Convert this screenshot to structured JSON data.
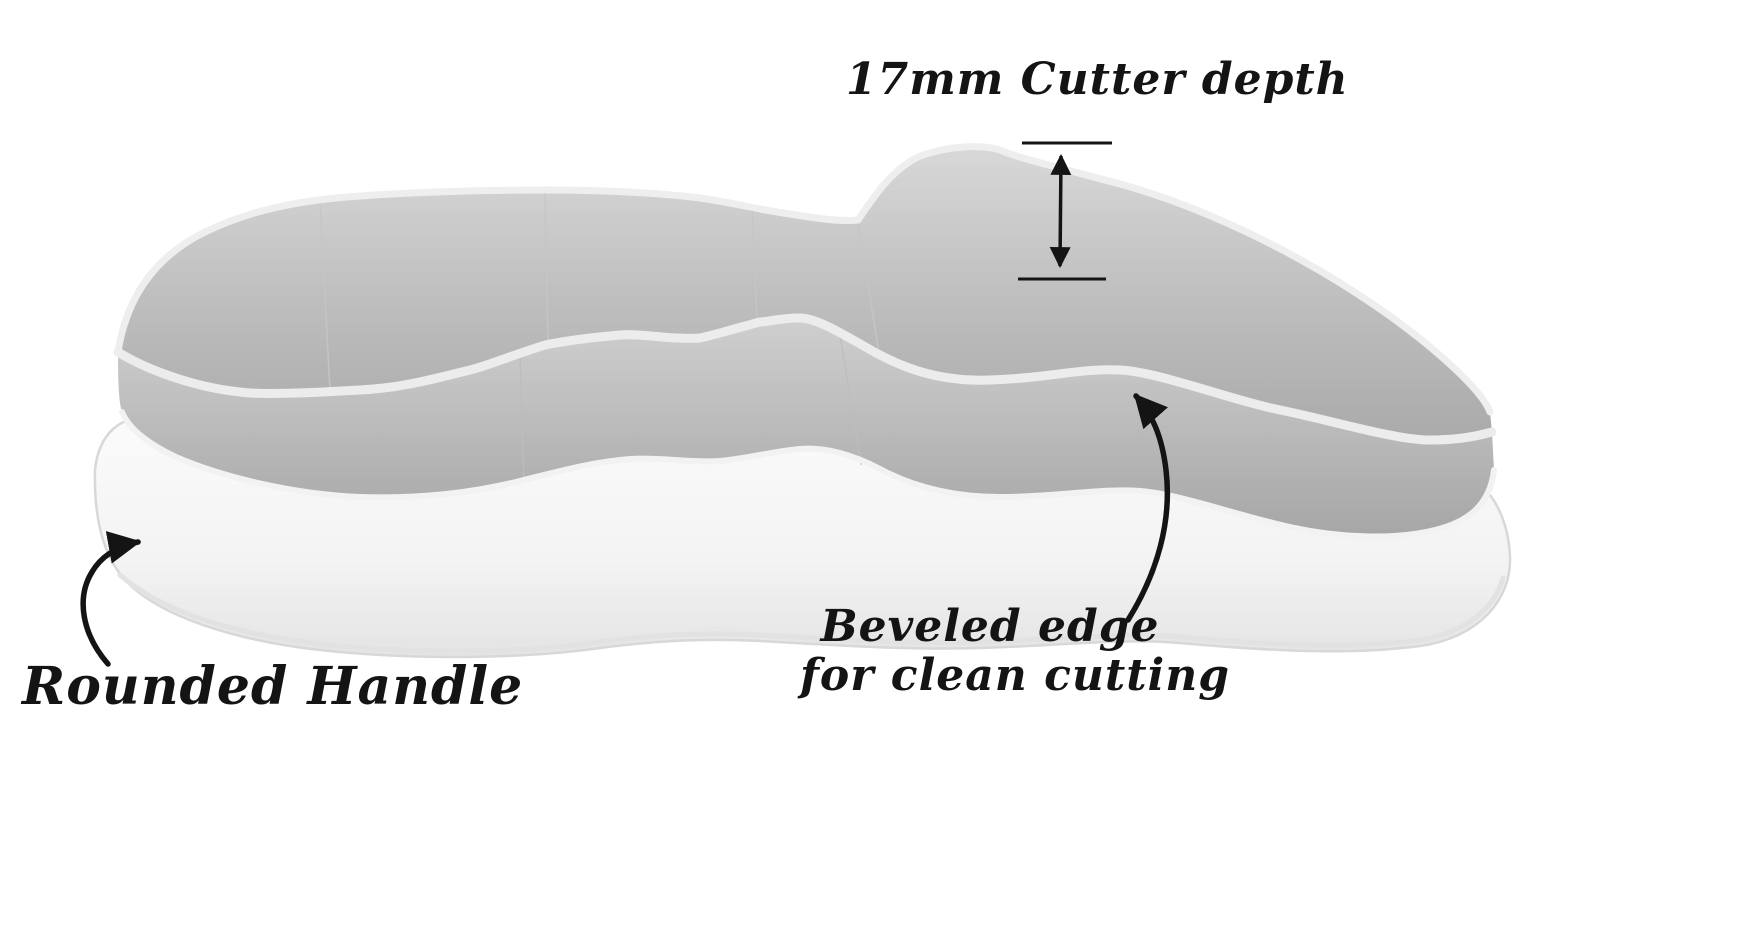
{
  "figure": {
    "type": "annotated-product-render",
    "subject": "cookie cutter 3D render",
    "annotations": {
      "depth_label": "17mm Cutter depth",
      "handle_label": "Rounded Handle",
      "bevel_label_line1": "Beveled edge",
      "bevel_label_line2": "for clean cutting"
    },
    "colors": {
      "background": "#ffffff",
      "annotation_ink": "#141414",
      "cutter_gray_light": "#d6d6d6",
      "cutter_gray_mid": "#b9b9b9",
      "cutter_gray_dark": "#a6a6a6",
      "rim_highlight": "#ececec",
      "base_white": "#f5f5f5"
    }
  }
}
